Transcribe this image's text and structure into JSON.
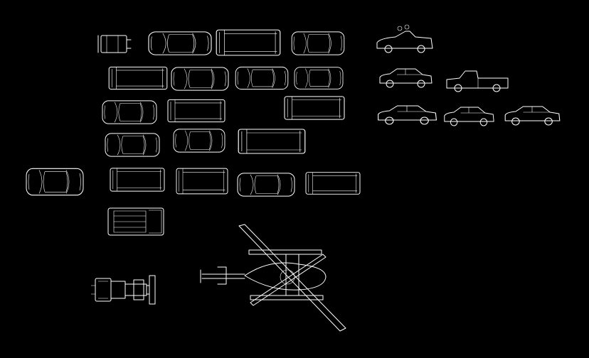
{
  "colors": {
    "background": "#000000",
    "linework": "#ffffff"
  },
  "blocks": [
    {
      "kind": "top-car",
      "icon": "forklift-top-icon"
    },
    {
      "kind": "top-car",
      "icon": "sedan-top-icon"
    },
    {
      "kind": "top-car",
      "icon": "van-top-icon"
    },
    {
      "kind": "top-car",
      "icon": "coupe-top-icon"
    },
    {
      "kind": "side-car",
      "icon": "convertible-side-icon"
    },
    {
      "kind": "side-car",
      "icon": "hatchback-side-icon"
    },
    {
      "kind": "side-car",
      "icon": "pickup-side-icon"
    },
    {
      "kind": "side-car",
      "icon": "sedan-side-icon"
    },
    {
      "kind": "aircraft",
      "icon": "helicopter-top-icon"
    },
    {
      "kind": "machine",
      "icon": "bulldozer-top-icon"
    }
  ]
}
